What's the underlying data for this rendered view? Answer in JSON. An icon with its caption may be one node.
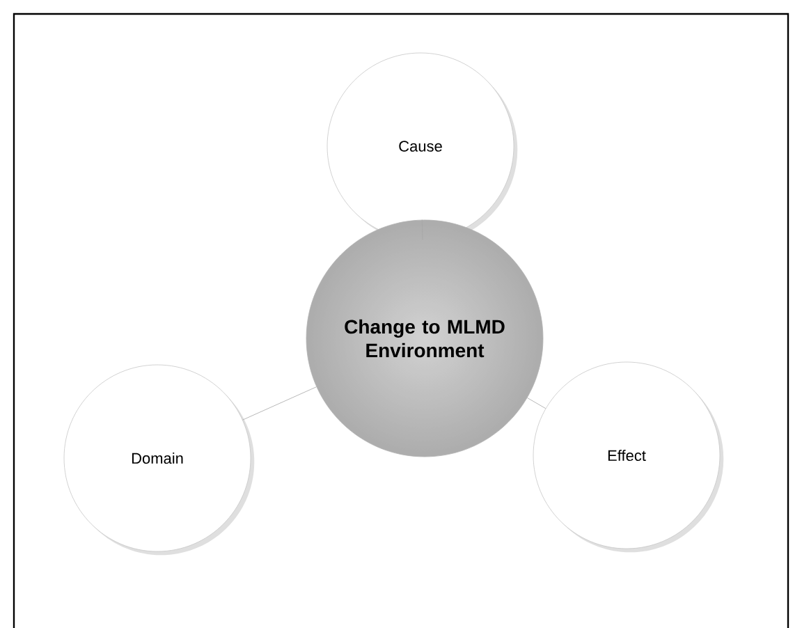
{
  "diagram": {
    "nodes": [
      {
        "text": [
          "Cause"
        ]
      },
      {
        "text": [
          "Change to MLMD Environment"
        ]
      },
      {
        "text": [
          "Domain"
        ]
      },
      {
        "text": [
          "Effect"
        ]
      }
    ],
    "edges": [
      {
        "from": 1,
        "to": 0,
        "arrow": "none"
      },
      {
        "from": 1,
        "to": 2,
        "arrow": "none"
      },
      {
        "from": 1,
        "to": 3,
        "arrow": "none"
      }
    ]
  }
}
